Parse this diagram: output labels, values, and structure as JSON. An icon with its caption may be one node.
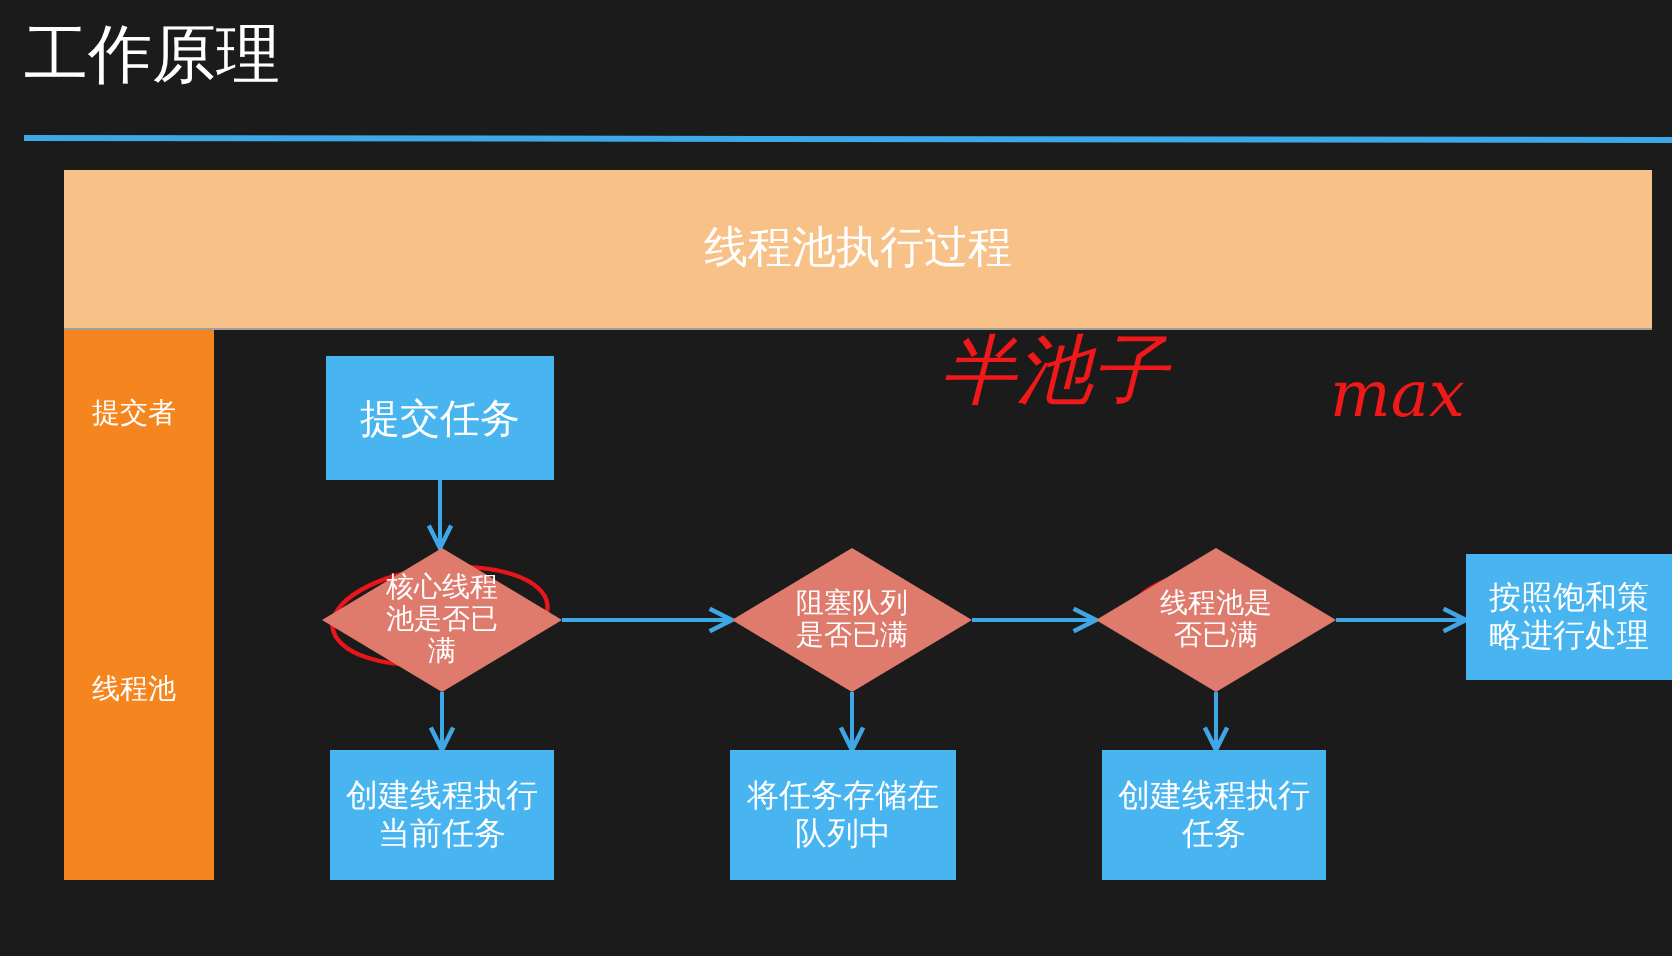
{
  "diagram": {
    "title": "工作原理",
    "nodes": [
      {
        "text": [
          "线程池执行过程"
        ]
      },
      {
        "text": [
          "提交者"
        ]
      },
      {
        "text": [
          "线程池"
        ]
      },
      {
        "text": [
          "提交任务"
        ]
      },
      {
        "text": [
          "核心线程池是否已满"
        ]
      },
      {
        "text": [
          "阻塞队列是否已满"
        ]
      },
      {
        "text": [
          "线程池是否已满"
        ]
      },
      {
        "text": [
          "按照饱和策略进行处理"
        ]
      },
      {
        "text": [
          "创建线程执行当前任务"
        ]
      },
      {
        "text": [
          "将任务存储在队列中"
        ]
      },
      {
        "text": [
          "创建线程执行任务"
        ]
      }
    ],
    "edges": [
      {
        "from": 3,
        "to": 4,
        "arrow": "to"
      },
      {
        "from": 4,
        "to": 5,
        "arrow": "to"
      },
      {
        "from": 5,
        "to": 6,
        "arrow": "to"
      },
      {
        "from": 6,
        "to": 7,
        "arrow": "to"
      },
      {
        "from": 4,
        "to": 8,
        "arrow": "to"
      },
      {
        "from": 5,
        "to": 9,
        "arrow": "to"
      },
      {
        "from": 6,
        "to": 10,
        "arrow": "to"
      }
    ],
    "labels": [
      "半池子",
      "max"
    ]
  }
}
